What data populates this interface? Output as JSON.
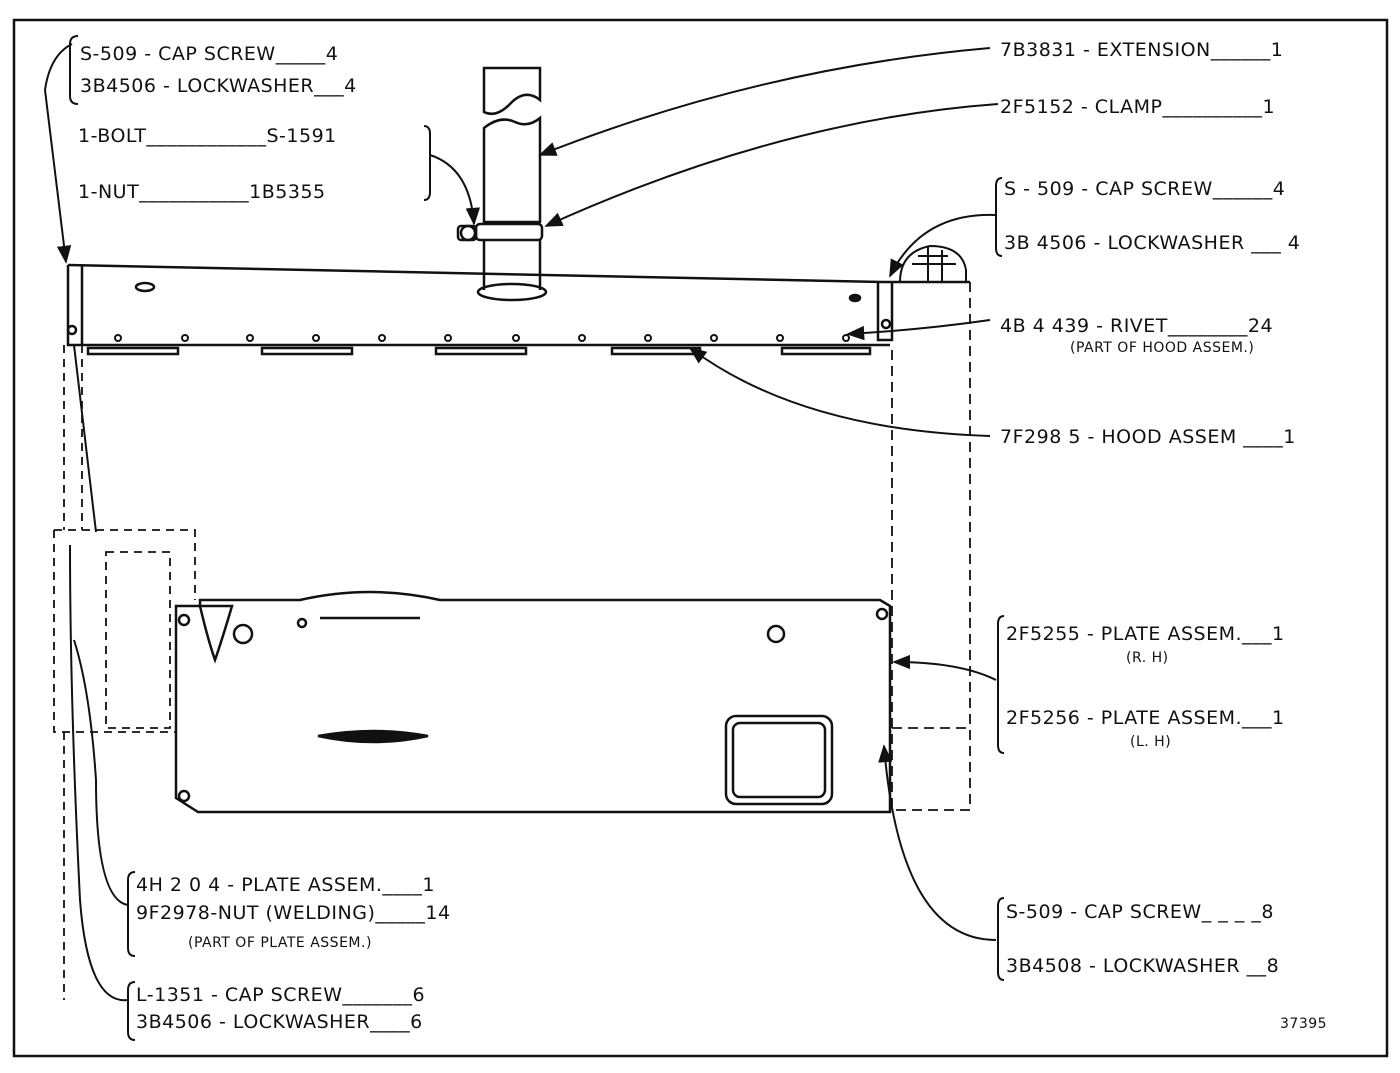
{
  "figure_number": "37395",
  "callouts": {
    "top_left_screws": {
      "line1": "S-509 - CAP SCREW_____4",
      "line2": "3B4506 - LOCKWASHER___4"
    },
    "bolt_nut": {
      "line1": "1-BOLT____________S-1591",
      "line2": "1-NUT___________1B5355"
    },
    "extension": "7B3831 - EXTENSION______1",
    "clamp": "2F5152 - CLAMP__________1",
    "top_right_screws": {
      "line1": "S - 509 - CAP SCREW______4",
      "line2": "3B 4506 - LOCKWASHER ___ 4"
    },
    "rivet": {
      "line1": "4B 4 439 - RIVET________24",
      "line2": "(PART OF HOOD ASSEM.)"
    },
    "hood": "7F298 5 - HOOD ASSEM ____1",
    "plate_rh": {
      "line1": "2F5255 - PLATE ASSEM.___1",
      "line2": "(R. H)"
    },
    "plate_lh": {
      "line1": "2F5256 - PLATE ASSEM.___1",
      "line2": "(L. H)"
    },
    "plate_assem": {
      "line1": "4H 2 0 4 - PLATE ASSEM.____1",
      "line2": "9F2978-NUT (WELDING)_____14",
      "line3": "(PART OF PLATE ASSEM.)"
    },
    "bottom_left_screws": {
      "line1": "L-1351 - CAP SCREW_______6",
      "line2": "3B4506 - LOCKWASHER____6"
    },
    "bottom_right_screws": {
      "line1": "S-509 - CAP SCREW_ _ _ _8",
      "line2": "3B4508 - LOCKWASHER __8"
    }
  }
}
